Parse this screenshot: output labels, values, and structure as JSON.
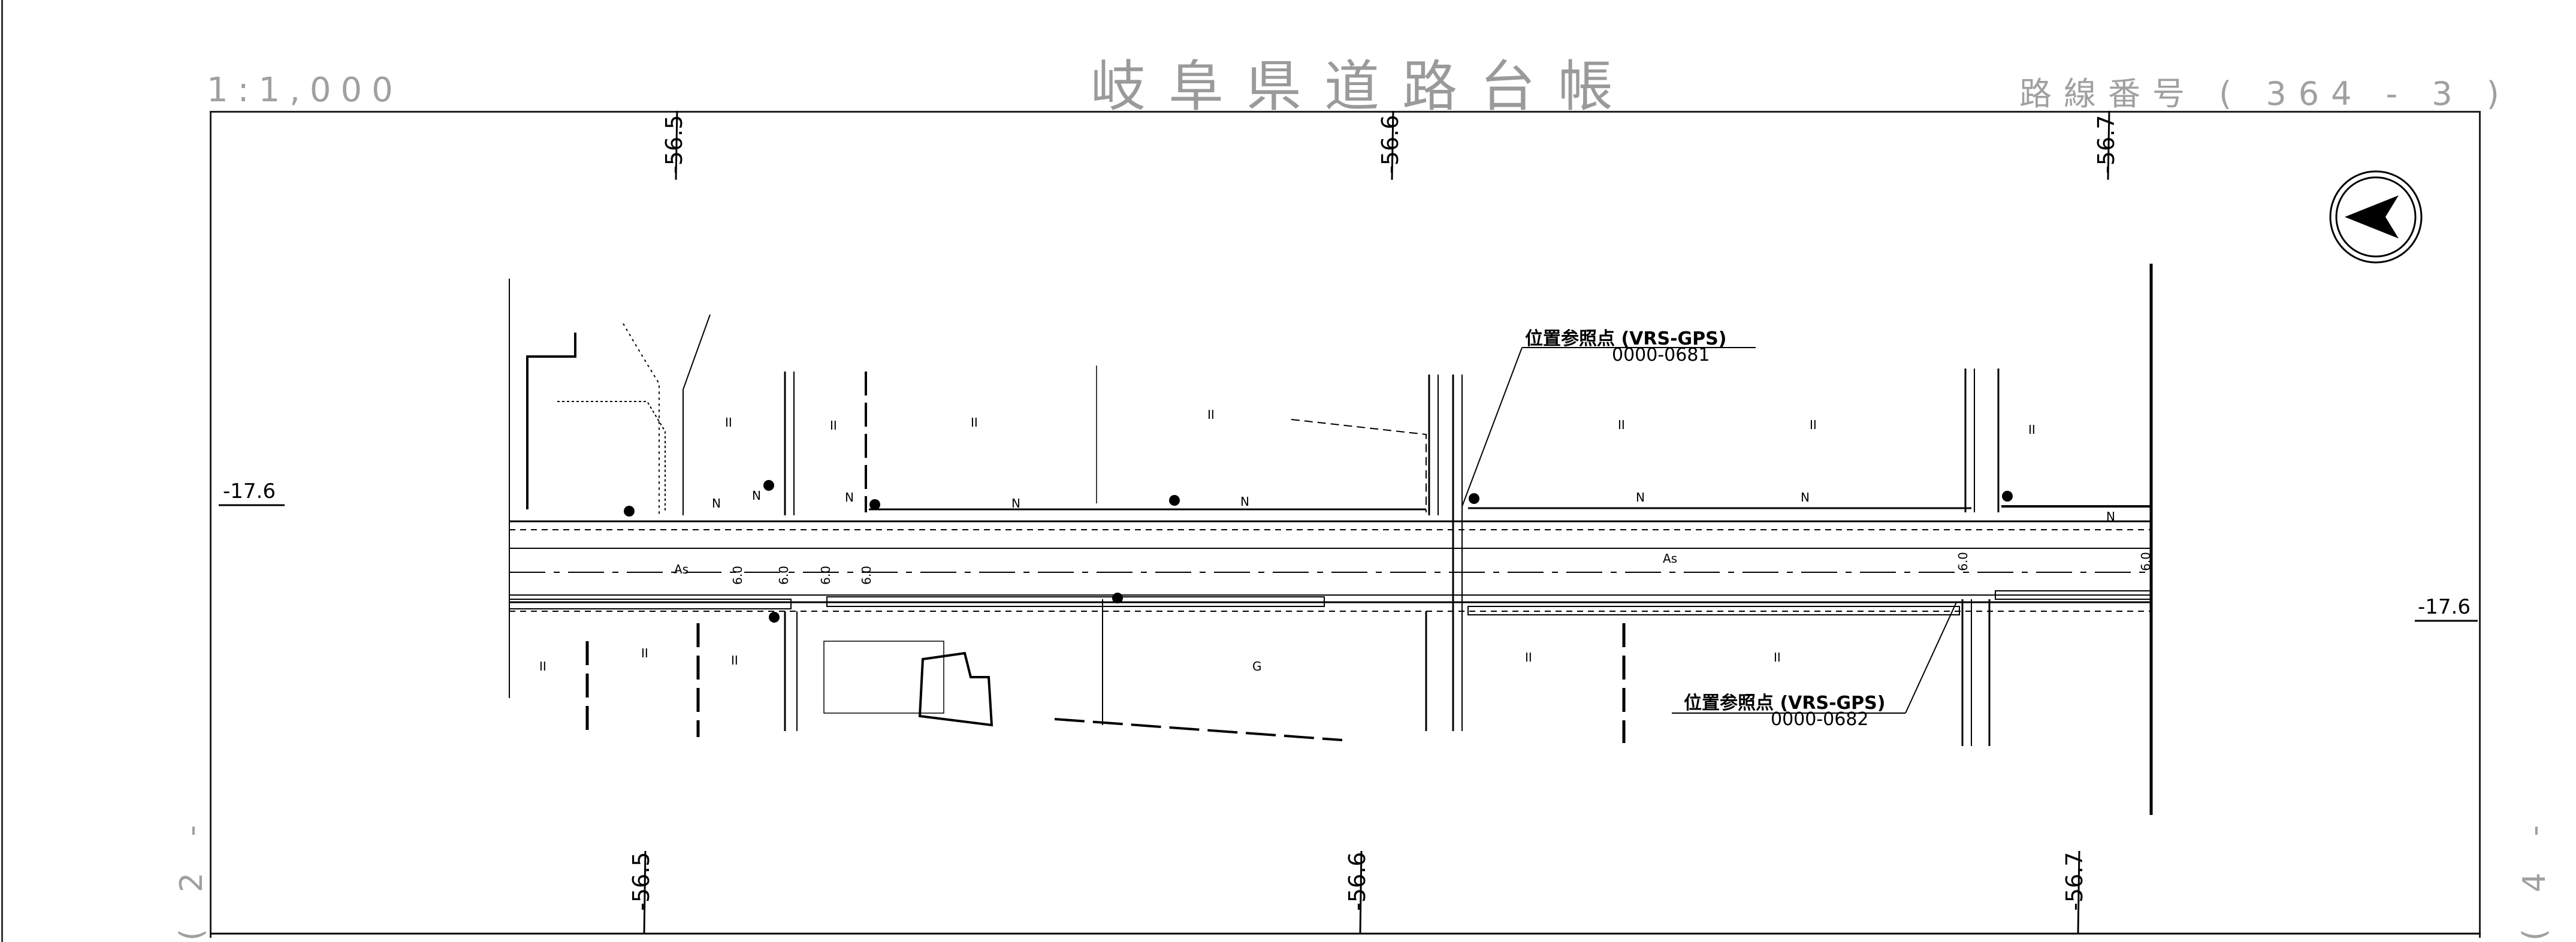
{
  "header": {
    "title": "岐阜県道路台帳",
    "scale": "1:1,000",
    "route_label": "路線番号 ( 364 - 3 )"
  },
  "km_posts": {
    "top": [
      "-56.5",
      "-56.6",
      "-56.7"
    ],
    "bottom": [
      "-56.5",
      "-56.6",
      "-56.7"
    ]
  },
  "offset_markers": {
    "left": "-17.6",
    "right": "-17.6"
  },
  "sheet_refs": {
    "left": "( 2 -",
    "right": "( 4 -"
  },
  "reference_points": [
    {
      "label": "位置参照点 (VRS-GPS)",
      "code": "0000-0681"
    },
    {
      "label": "位置参照点 (VRS-GPS)",
      "code": "0000-0682"
    }
  ],
  "map_labels": {
    "road_width_values": [
      "6.0",
      "6.0",
      "6.0",
      "6.0",
      "6.0",
      "6.0"
    ],
    "pavement": [
      "As",
      "As"
    ],
    "sidewalk": [
      "N",
      "N",
      "N",
      "N",
      "N",
      "N",
      "N",
      "N"
    ],
    "land_use": [
      "G",
      "II",
      "II",
      "II",
      "II",
      "II",
      "II",
      "II",
      "II",
      "II",
      "II",
      "II",
      "II"
    ]
  },
  "north_arrow": {
    "icon": "north-arrow-icon"
  }
}
